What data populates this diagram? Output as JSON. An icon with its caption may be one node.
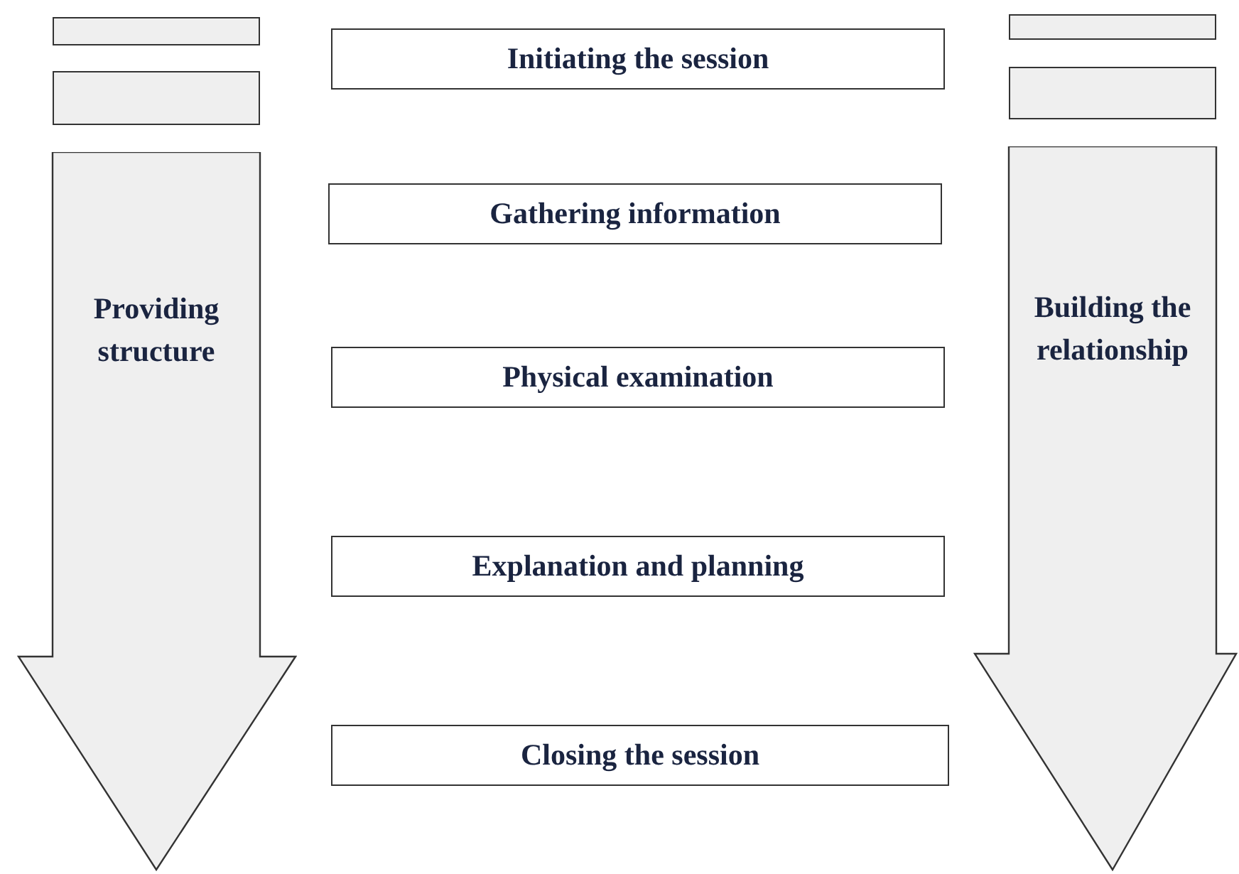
{
  "diagram": {
    "nodes": [
      {
        "text": [],
        "shape": "box"
      },
      {
        "text": [],
        "shape": "box"
      },
      {
        "text": [
          "Providing structure"
        ]
      },
      {
        "text": [
          "Initiating the session"
        ]
      },
      {
        "text": [
          "Gathering information"
        ]
      },
      {
        "text": [
          "Physical examination"
        ]
      },
      {
        "text": [
          "Explanation and planning"
        ]
      },
      {
        "text": [
          "Closing the session"
        ]
      },
      {
        "text": [],
        "shape": "box"
      },
      {
        "text": [],
        "shape": "box"
      },
      {
        "text": [
          "Building the relationship"
        ]
      }
    ]
  }
}
